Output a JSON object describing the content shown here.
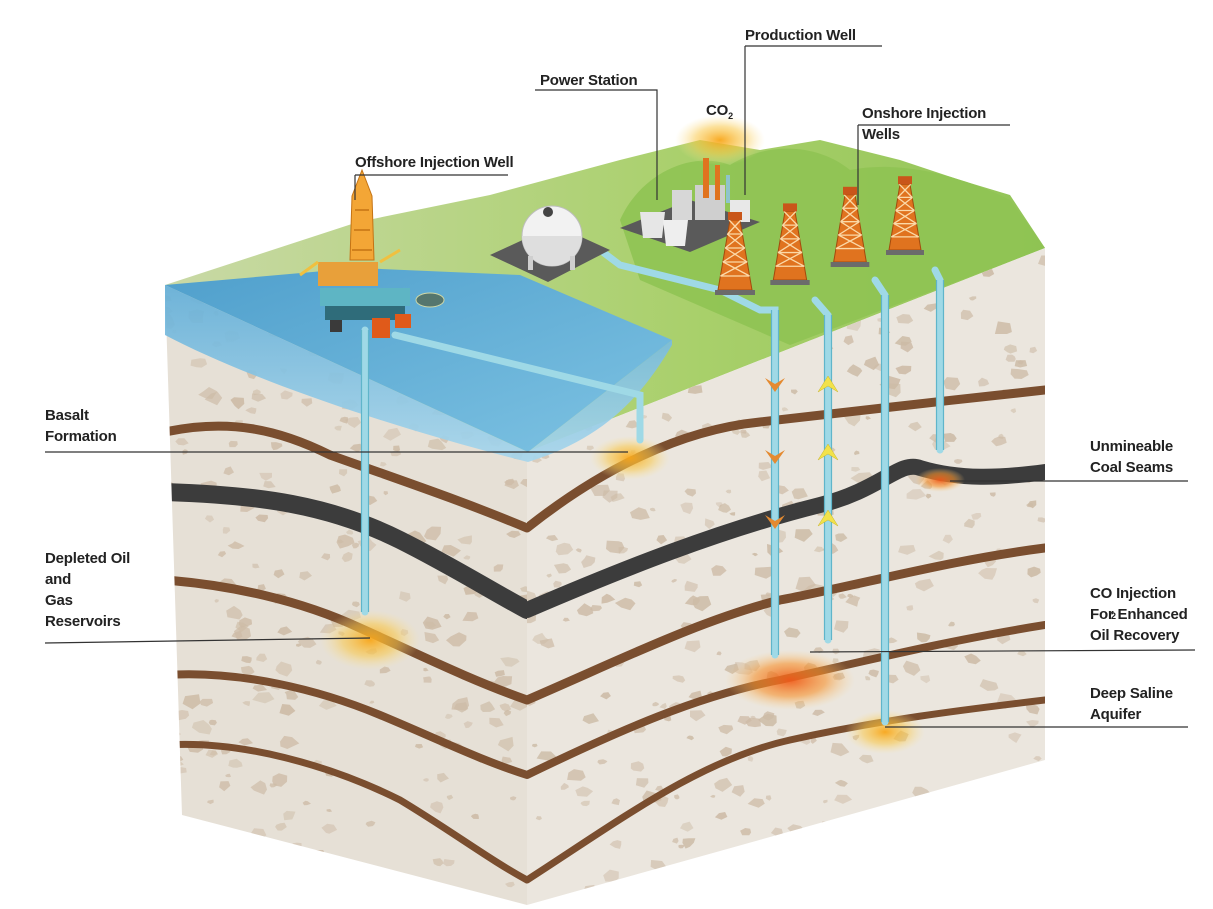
{
  "labels": {
    "production_well": "Production Well",
    "power_station": "Power Station",
    "co2_main": "CO",
    "co2_sub": "2",
    "onshore_line1": "Onshore Injection",
    "onshore_line2": "Wells",
    "offshore": "Offshore Injection Well",
    "basalt_line1": "Basalt",
    "basalt_line2": "Formation",
    "coal_line1": "Unmineable",
    "coal_line2": "Coal Seams",
    "depleted_line1": "Depleted Oil",
    "depleted_line2": "and",
    "depleted_line3": "Gas",
    "depleted_line4": "Reservoirs",
    "eor_line1": "CO Injection",
    "eor_line2": "For Enhanced",
    "eor_sub": "2",
    "eor_line3": "Oil Recovery",
    "saline_line1": "Deep Saline",
    "saline_line2": "Aquifer"
  },
  "colors": {
    "ground": "#e9e4dc",
    "pebble": "#cdbba6",
    "sea": "#5da9d3",
    "land": "#9fcb62",
    "brown_layer": "#7a4e2f",
    "coal_layer": "#3c3c3c",
    "pipe": "#9fd9e6",
    "derrick": "#e0731f",
    "arrow_down": "#e48a30",
    "arrow_up": "#f2e24a",
    "glow": "#f7b52c"
  }
}
